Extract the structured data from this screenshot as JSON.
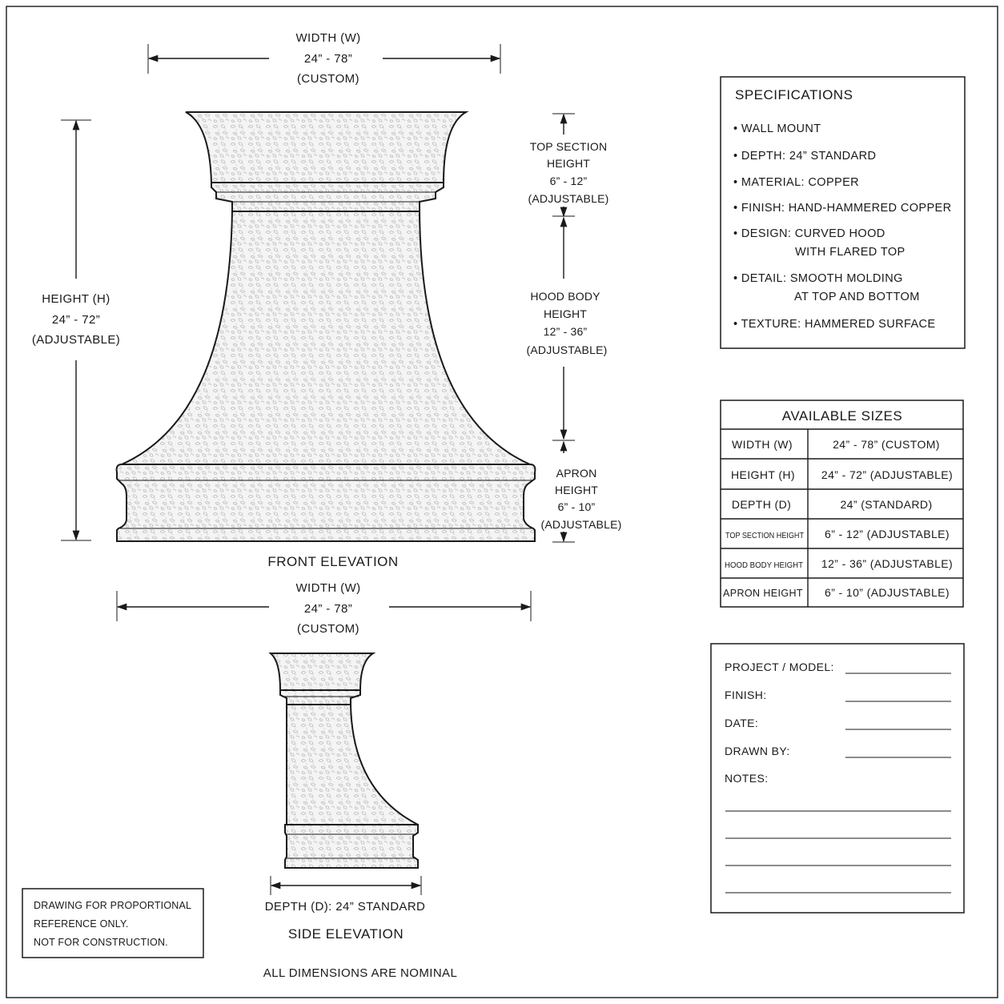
{
  "front_elevation": {
    "label": "FRONT ELEVATION",
    "width_top": {
      "line1": "WIDTH  (W)",
      "line2": "24”  -  78”",
      "line3": "(CUSTOM)"
    },
    "width_bottom": {
      "line1": "WIDTH  (W)",
      "line2": "24”  -  78”",
      "line3": "(CUSTOM)"
    },
    "height": {
      "line1": "HEIGHT  (H)",
      "line2": "24”  -  72”",
      "line3": "(ADJUSTABLE)"
    },
    "top_section": {
      "line1": "TOP SECTION",
      "line2": "HEIGHT",
      "line3": "6”  -  12”",
      "line4": "(ADJUSTABLE)"
    },
    "hood_body": {
      "line1": "HOOD BODY",
      "line2": "HEIGHT",
      "line3": "12”  -  36”",
      "line4": "(ADJUSTABLE)"
    },
    "apron": {
      "line1": "APRON",
      "line2": "HEIGHT",
      "line3": "6”  -  10”",
      "line4": "(ADJUSTABLE)"
    }
  },
  "side_elevation": {
    "label": "SIDE  ELEVATION",
    "depth": "DEPTH (D):  24”  STANDARD"
  },
  "specifications": {
    "title": "SPECIFICATIONS",
    "items": [
      {
        "line1": "• WALL MOUNT"
      },
      {
        "line1": "• DEPTH:  24” STANDARD"
      },
      {
        "line1": "• MATERIAL:  COPPER"
      },
      {
        "line1": "• FINISH:  HAND-HAMMERED COPPER"
      },
      {
        "line1": "• DESIGN: CURVED HOOD",
        "line2": "WITH FLARED TOP"
      },
      {
        "line1": "• DETAIL:  SMOOTH MOLDING",
        "line2": "AT TOP AND BOTTOM"
      },
      {
        "line1": "• TEXTURE:  HAMMERED SURFACE"
      }
    ]
  },
  "available_sizes": {
    "title": "AVAILABLE SIZES",
    "rows": [
      {
        "label": "WIDTH (W)",
        "value": "24”  - 78”  (CUSTOM)"
      },
      {
        "label": "HEIGHT (H)",
        "value": "24”  - 72”  (ADJUSTABLE)"
      },
      {
        "label": "DEPTH (D)",
        "value": "24”  (STANDARD)"
      },
      {
        "label": "TOP SECTION HEIGHT",
        "value": "6”  - 12”  (ADJUSTABLE)"
      },
      {
        "label": "HOOD BODY HEIGHT",
        "value": "12”  - 36”  (ADJUSTABLE)"
      },
      {
        "label": "APRON HEIGHT",
        "value": "6”  - 10”  (ADJUSTABLE)"
      }
    ]
  },
  "title_block": {
    "project": "PROJECT / MODEL:",
    "finish": "FINISH:",
    "date": "DATE:",
    "drawn_by": "DRAWN BY:",
    "notes": "NOTES:"
  },
  "disclaimer": {
    "line1": "DRAWING  FOR  PROPORTIONAL",
    "line2": "REFERENCE  ONLY.",
    "line3": "NOT  FOR  CONSTRUCTION."
  },
  "footer_note": "ALL  DIMENSIONS  ARE  NOMINAL"
}
